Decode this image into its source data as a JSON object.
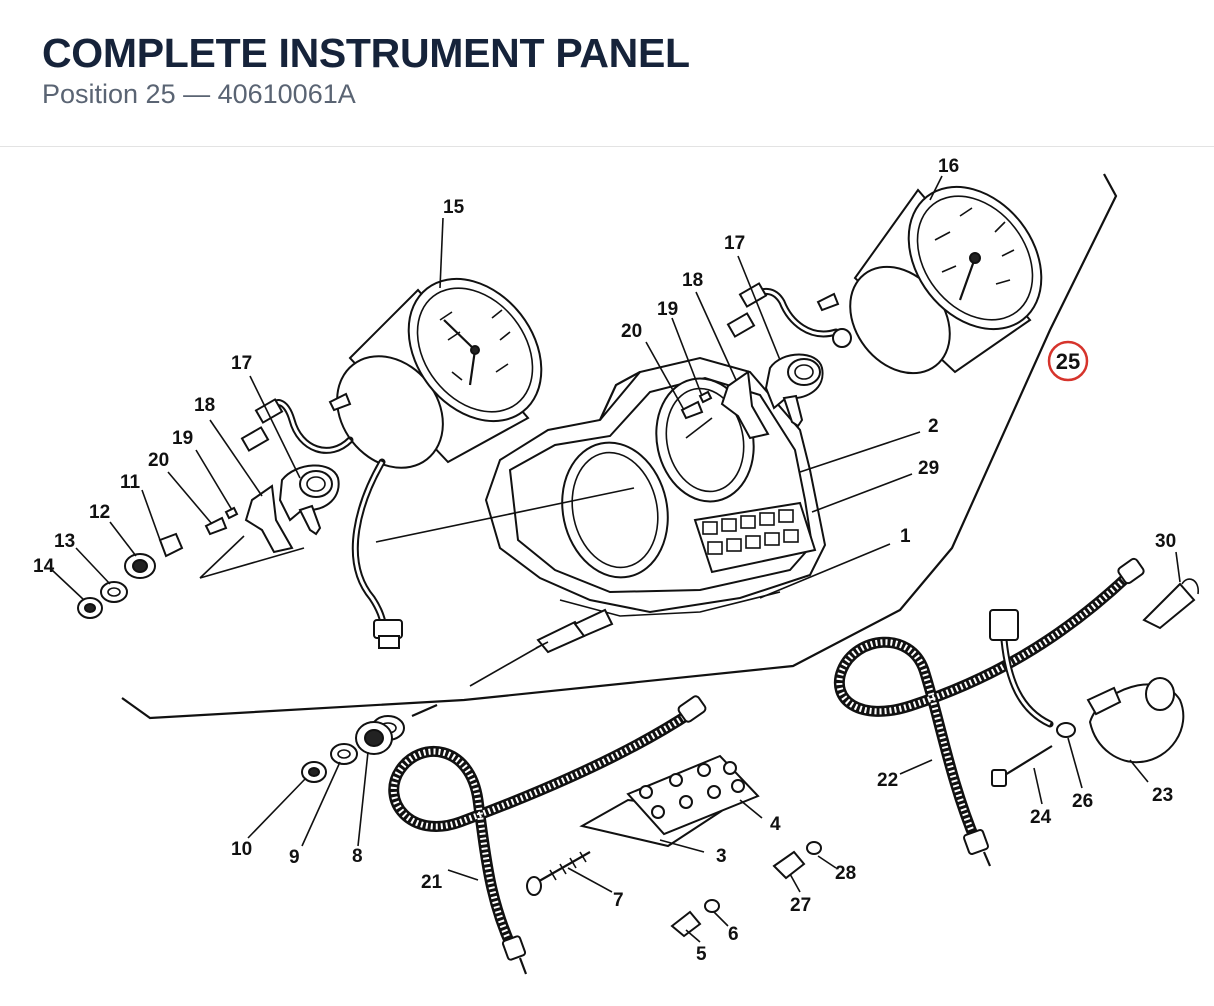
{
  "header": {
    "title": "COMPLETE INSTRUMENT PANEL",
    "subtitle": "Position 25 — 40610061A"
  },
  "diagram": {
    "highlight": {
      "label": "25",
      "color": "#d6342c"
    },
    "callouts": {
      "c1": "1",
      "c2": "2",
      "c3": "3",
      "c4": "4",
      "c5": "5",
      "c6": "6",
      "c7": "7",
      "c8": "8",
      "c9": "9",
      "c10": "10",
      "c11": "11",
      "c12": "12",
      "c13": "13",
      "c14": "14",
      "c15": "15",
      "c16": "16",
      "c17a": "17",
      "c17b": "17",
      "c18a": "18",
      "c18b": "18",
      "c19a": "19",
      "c19b": "19",
      "c20a": "20",
      "c20b": "20",
      "c21": "21",
      "c22": "22",
      "c23": "23",
      "c24": "24",
      "c26": "26",
      "c27": "27",
      "c28": "28",
      "c29": "29",
      "c30": "30"
    }
  }
}
